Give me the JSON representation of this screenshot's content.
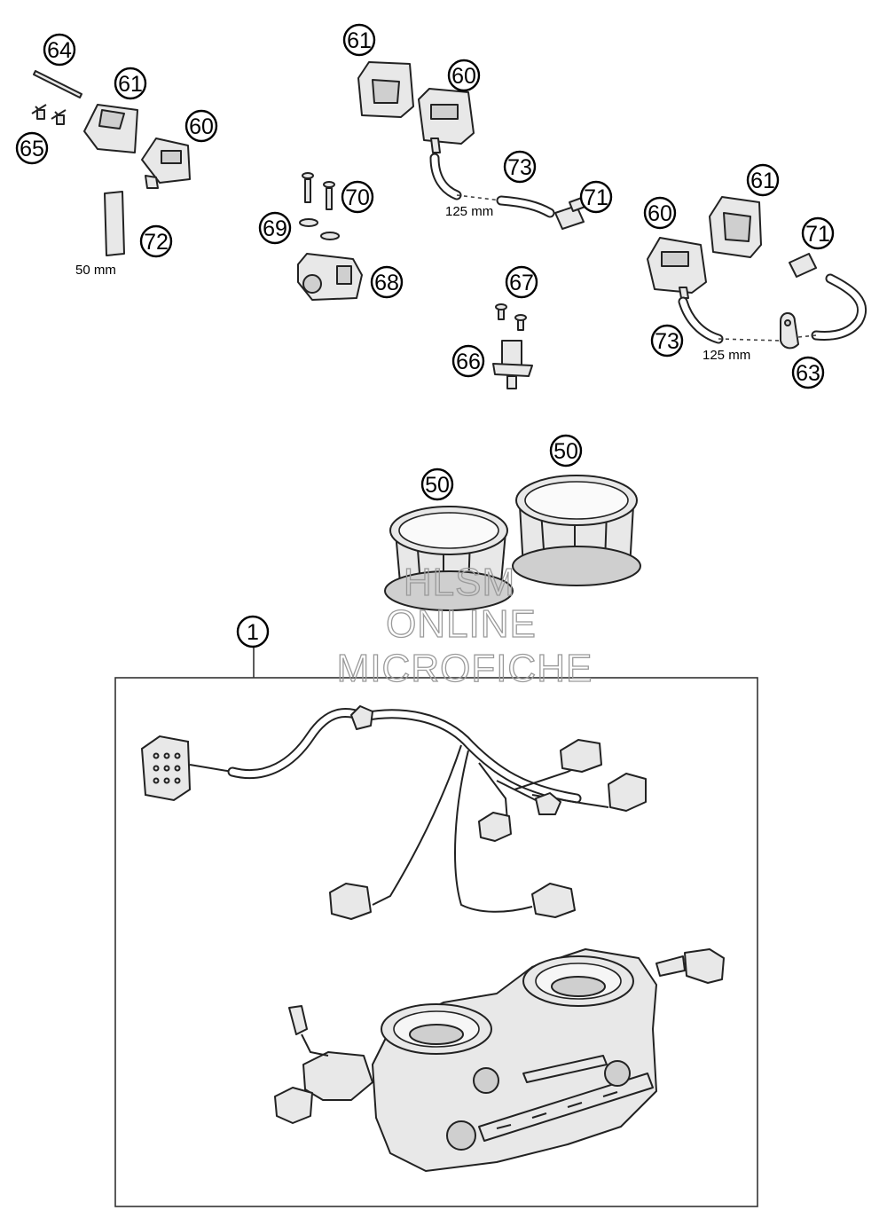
{
  "callouts": {
    "c64": "64",
    "c61a": "61",
    "c60a": "60",
    "c65": "65",
    "c72": "72",
    "c61b": "61",
    "c60b": "60",
    "c73a": "73",
    "c71a": "71",
    "c70": "70",
    "c69": "69",
    "c68": "68",
    "c67": "67",
    "c66": "66",
    "c61c": "61",
    "c60c": "60",
    "c71b": "71",
    "c73b": "73",
    "c63": "63",
    "c50a": "50",
    "c50b": "50",
    "c1": "1"
  },
  "dimensions": {
    "tube_72": "50 mm",
    "hose_73_top": "125 mm",
    "hose_73_right": "125 mm"
  },
  "watermark": {
    "line1": "HLSM",
    "line2": "ONLINE",
    "line3": "MICROFICHE"
  }
}
